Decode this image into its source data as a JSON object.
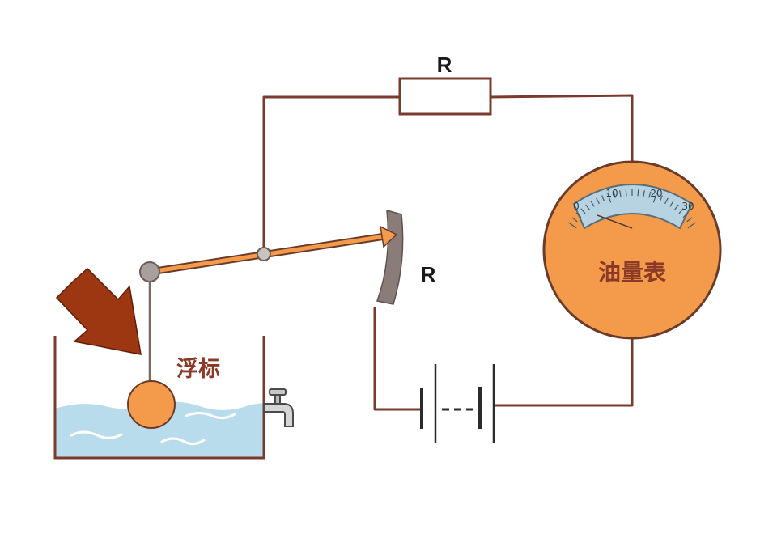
{
  "labels": {
    "fixed_resistor": "R",
    "variable_resistor": "R",
    "float": "浮标",
    "gauge": "油量表"
  },
  "gauge_scale": {
    "ticks": [
      "0",
      "10",
      "20",
      "30"
    ]
  },
  "colors": {
    "wire": "#7a3b2e",
    "orange": "#f39a4b",
    "water": "#b9dcec",
    "arrow": "#9c3712",
    "label_brown": "#8a3a26",
    "rheostat": "#8a7c78",
    "gauge_face": "#b7d3e2"
  },
  "icons": {
    "pointer_arrow": "arrow-down-right-icon",
    "tap": "faucet-icon"
  }
}
